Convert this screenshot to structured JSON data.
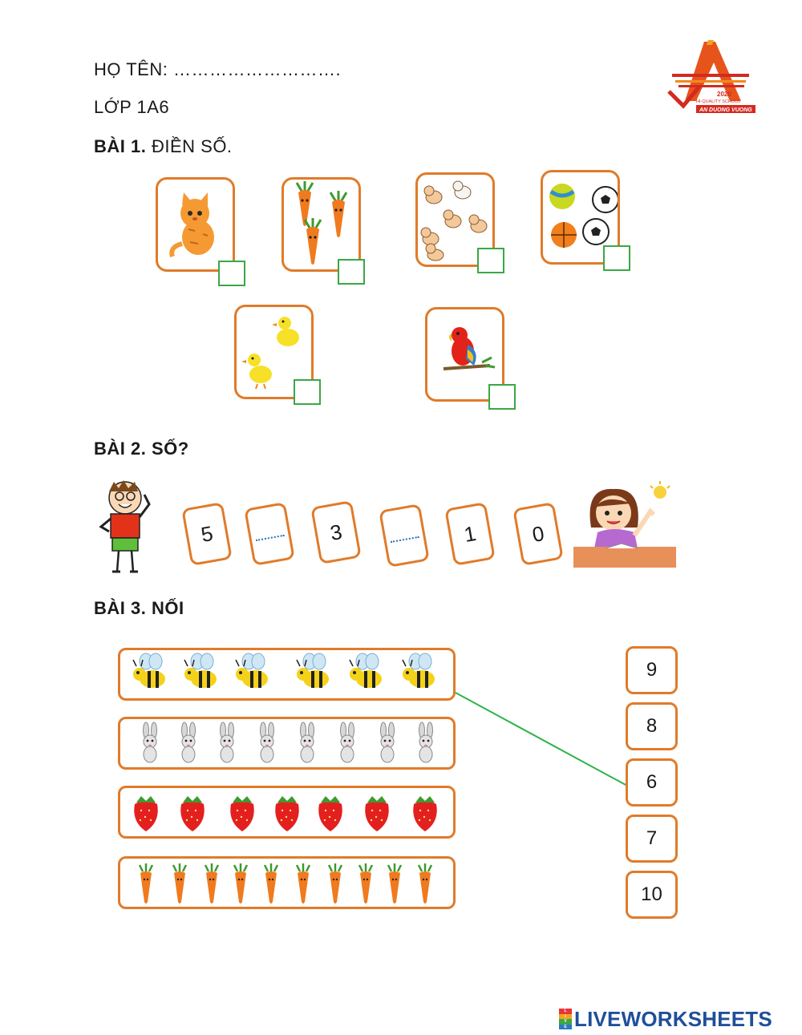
{
  "header": {
    "name_label": "HỌ TÊN: ……………………….",
    "class_label": "LỚP 1A6",
    "logo": {
      "year": "2020",
      "school_line1": "HI-QUALITY SCHOOL",
      "school_line2": "AN DUONG VUONG"
    }
  },
  "bai1": {
    "title_bold": "BÀI 1.",
    "title_rest": " ĐIỀN SỐ.",
    "cards": [
      {
        "icon": "cat-icon",
        "count": 1
      },
      {
        "icon": "carrot-icon",
        "count": 3
      },
      {
        "icon": "puppy-icon",
        "count": 6
      },
      {
        "icon": "ball-icon",
        "count": 4
      },
      {
        "icon": "duck-icon",
        "count": 2
      },
      {
        "icon": "parrot-icon",
        "count": 1
      }
    ]
  },
  "bai2": {
    "title": "BÀI 2. SỐ?",
    "sequence": [
      "5",
      "",
      "3",
      "",
      "1",
      "0"
    ]
  },
  "bai3": {
    "title": "BÀI 3. NỐI",
    "rows": [
      {
        "icon": "bee-icon",
        "count": 6
      },
      {
        "icon": "rabbit-icon",
        "count": 8
      },
      {
        "icon": "strawberry-icon",
        "count": 7
      },
      {
        "icon": "carrot-icon",
        "count": 10
      }
    ],
    "numbers": [
      "9",
      "8",
      "6",
      "7",
      "10"
    ],
    "line_color": "#2fb24a"
  },
  "footer": {
    "brand": "LIVEWORKSHEETS",
    "badge": "LIVE"
  },
  "colors": {
    "accent_orange": "#e07b2a",
    "answer_green": "#3aa845",
    "logo_red": "#d42a1f"
  }
}
